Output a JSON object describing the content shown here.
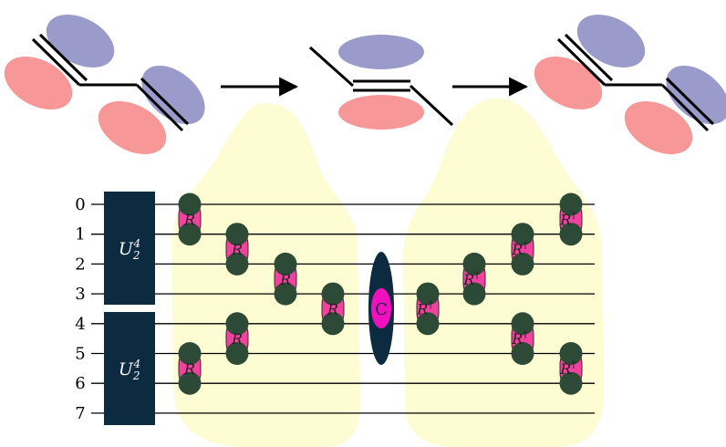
{
  "qubit_labels": [
    "0",
    "1",
    "2",
    "3",
    "4",
    "5",
    "6",
    "7"
  ],
  "block_label": {
    "base": "U",
    "sub": "2",
    "sup": "4"
  },
  "r_label": "R",
  "r_dagger_label": "R",
  "dagger_mark": "†",
  "center_label": "C",
  "colors": {
    "lobe_blue": "#9a9acb",
    "lobe_red": "#f79797",
    "yellow_blob": "#fdfcd2",
    "block_navy": "#0c2a40",
    "gate_pink": "#f0429e",
    "node_green": "#2d4a37",
    "center_pink": "#f20fbe",
    "line": "#000000"
  }
}
